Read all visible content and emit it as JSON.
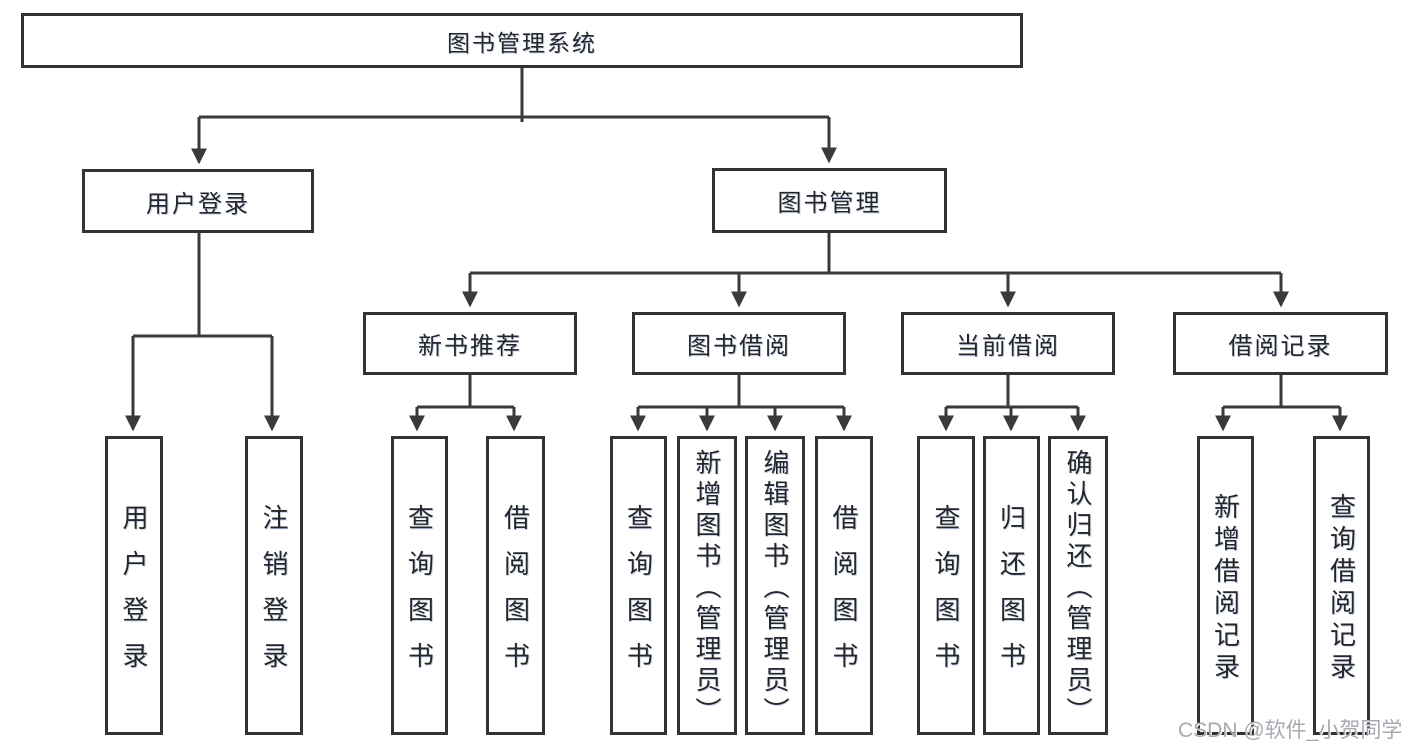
{
  "diagram": {
    "root": "图书管理系统",
    "level2": {
      "user_login": "用户登录",
      "book_mgmt": "图书管理"
    },
    "level3": {
      "new_books": "新书推荐",
      "book_borrow": "图书借阅",
      "current_borrow": "当前借阅",
      "borrow_records": "借阅记录"
    },
    "leaves": {
      "user_login": [
        "用户登录",
        "注销登录"
      ],
      "new_books": [
        "查询图书",
        "借阅图书"
      ],
      "book_borrow": [
        "查询图书",
        "新增图书（管理员）",
        "编辑图书（管理员）",
        "借阅图书"
      ],
      "current_borrow": [
        "查询图书",
        "归还图书",
        "确认归还（管理员）"
      ],
      "borrow_records": [
        "新增借阅记录",
        "查询借阅记录"
      ]
    }
  },
  "watermark": "CSDN @软件_小贺同学",
  "colors": {
    "line": "#3a3a3a",
    "border": "#333333",
    "text": "#262626",
    "watermark": "#a6a9af",
    "background": "#ffffff"
  }
}
